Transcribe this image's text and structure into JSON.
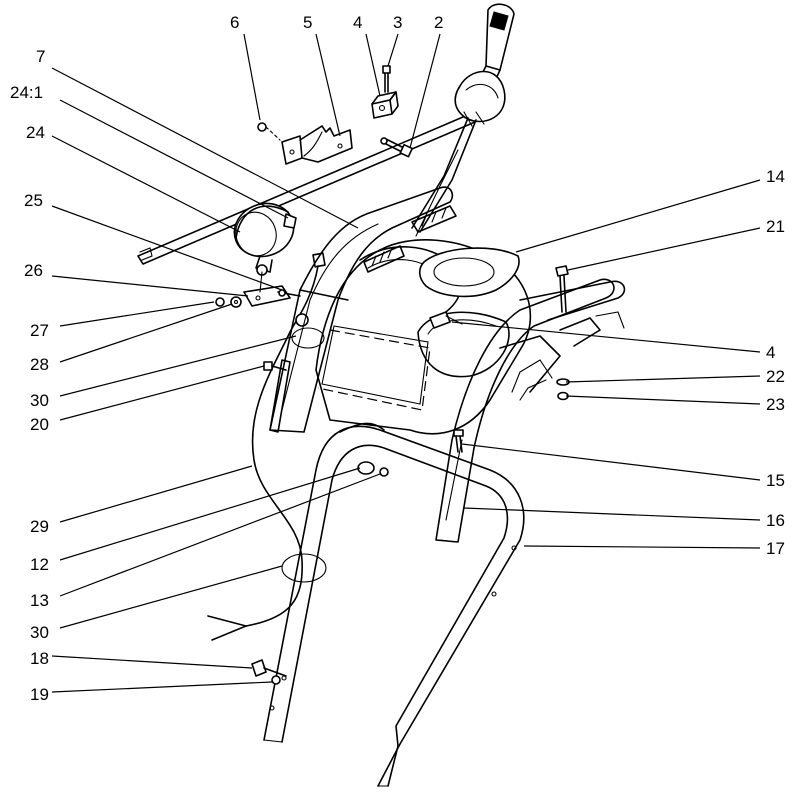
{
  "callouts": {
    "c6": "6",
    "c5": "5",
    "c4_top": "4",
    "c3": "3",
    "c2": "2",
    "c7": "7",
    "c24_1": "24:1",
    "c24": "24",
    "c25": "25",
    "c26": "26",
    "c27": "27",
    "c28": "28",
    "c30_upper": "30",
    "c20": "20",
    "c29": "29",
    "c12": "12",
    "c13": "13",
    "c30_lower": "30",
    "c18": "18",
    "c19": "19",
    "c14": "14",
    "c21": "21",
    "c4_right": "4",
    "c22": "22",
    "c23": "23",
    "c15": "15",
    "c16": "16",
    "c17": "17"
  }
}
